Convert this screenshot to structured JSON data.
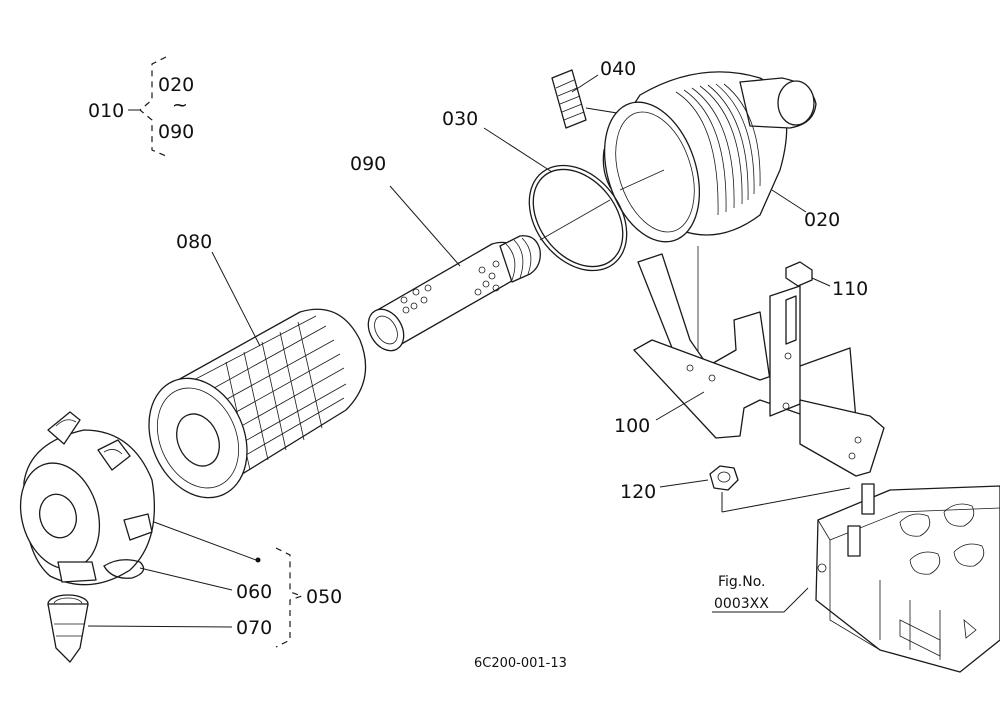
{
  "callouts": {
    "c010": "010",
    "c020_range_start": "020",
    "c020_range_tilde": "~",
    "c020_range_end": "090",
    "c020": "020",
    "c030": "030",
    "c040": "040",
    "c050": "050",
    "c060": "060",
    "c070": "070",
    "c080": "080",
    "c090": "090",
    "c100": "100",
    "c110": "110",
    "c120": "120"
  },
  "figure_ref": {
    "line1": "Fig.No.",
    "line2": "0003XX"
  },
  "drawing_code": "6C200-001-13"
}
